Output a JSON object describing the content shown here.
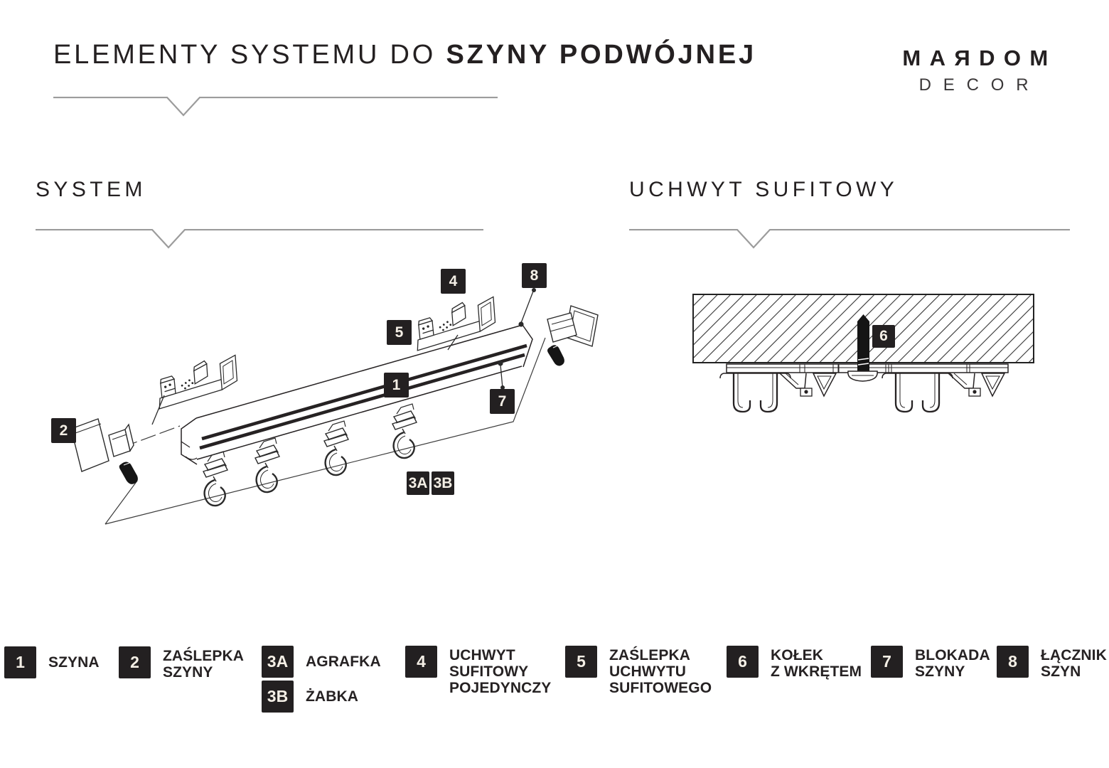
{
  "header": {
    "title_regular": "ELEMENTY SYSTEMU DO ",
    "title_bold": "SZYNY PODWÓJNEJ",
    "brand_line1": "MAЯDOM",
    "brand_line2": "DECOR"
  },
  "sections": {
    "left_title": "SYSTEM",
    "right_title": "UCHWYT SUFITOWY"
  },
  "legend": {
    "items": [
      {
        "num": "1",
        "label": "SZYNA"
      },
      {
        "num": "2",
        "label": "ZAŚLEPKA\nSZYNY"
      },
      {
        "num": "3A",
        "label": "AGRAFKA"
      },
      {
        "num": "3B",
        "label": "ŻABKA"
      },
      {
        "num": "4",
        "label": "UCHWYT\nSUFITOWY\nPOJEDYNCZY"
      },
      {
        "num": "5",
        "label": "ZAŚLEPKA\nUCHWYTU\nSUFITOWEGO"
      },
      {
        "num": "6",
        "label": "KOŁEK\nZ WKRĘTEM"
      },
      {
        "num": "7",
        "label": "BLOKADA\nSZYNY"
      },
      {
        "num": "8",
        "label": "ŁĄCZNIK\nSZYN"
      }
    ]
  },
  "colors": {
    "ink": "#262223",
    "marker_bg": "#232021",
    "marker_text": "#f4efe6",
    "rule_gray": "#9c9c9c"
  }
}
